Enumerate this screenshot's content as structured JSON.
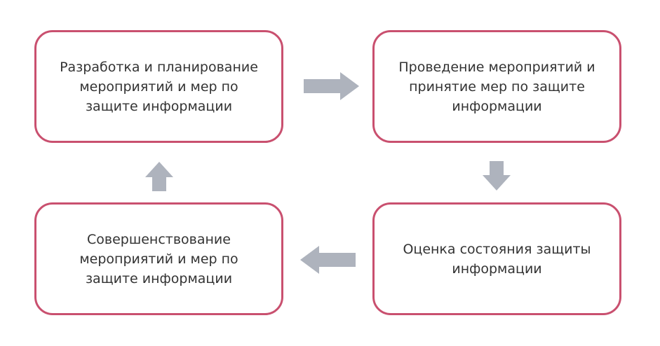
{
  "steps": [
    {
      "text": "Разработка и планирование мероприятий и мер по защите информации"
    },
    {
      "text": "Проведение мероприятий и принятие мер по защите информации"
    },
    {
      "text": "Оценка состояния защиты информации"
    },
    {
      "text": "Совершенствование мероприятий и мер по защите информации"
    }
  ],
  "colors": {
    "border": "#c9506f",
    "arrow": "#aeb3bd"
  }
}
